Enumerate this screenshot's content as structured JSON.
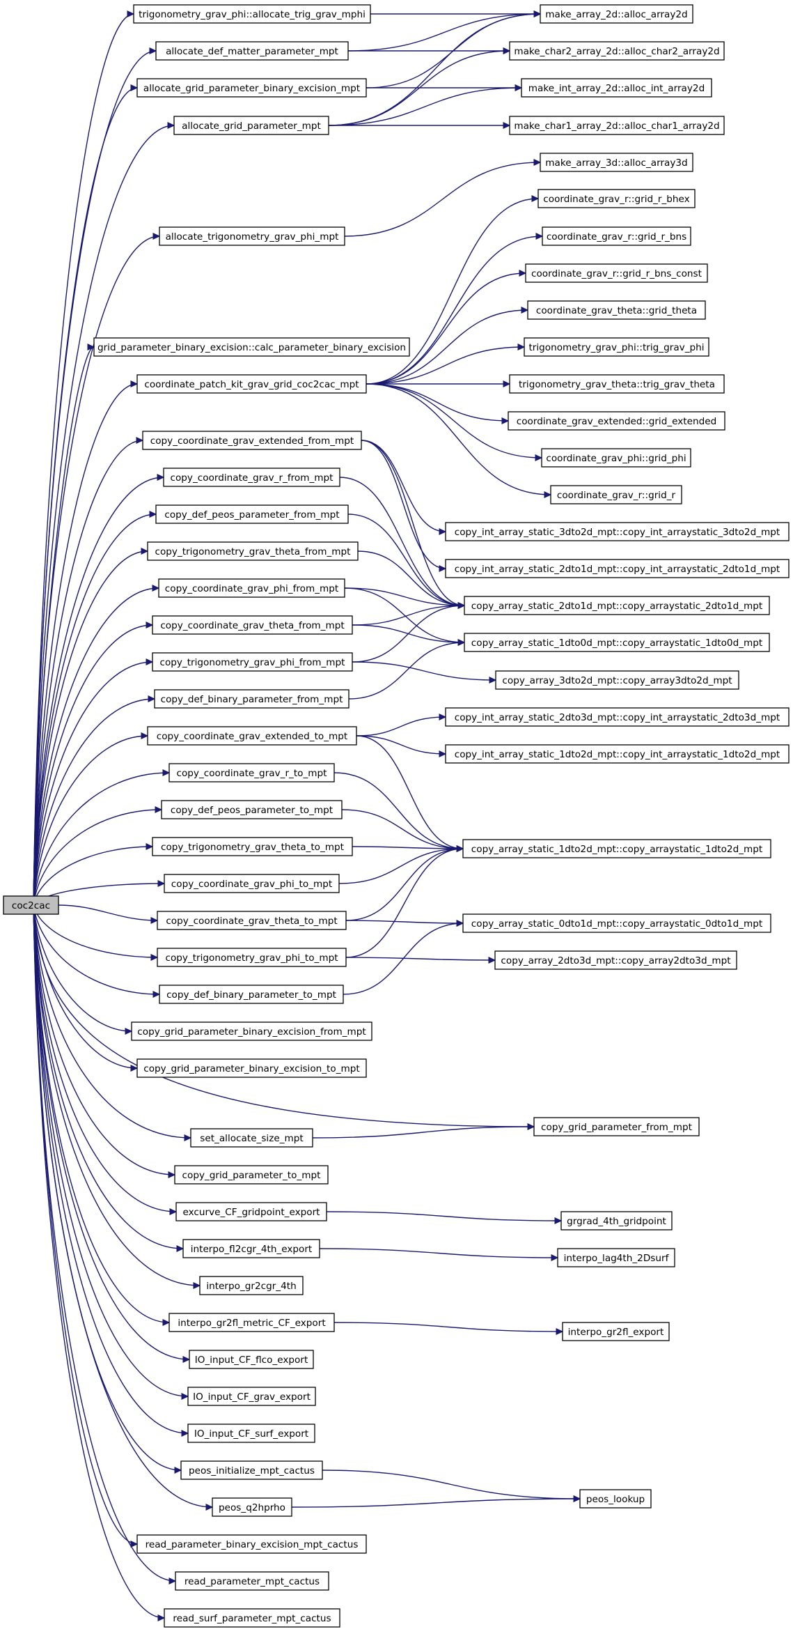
{
  "diagram": {
    "type": "call-graph",
    "edge_color": "#191970",
    "root_fill": "#bfbfbf",
    "nodes": [
      {
        "id": "coc2cac",
        "label": "coc2cac",
        "root": true
      },
      {
        "id": "n1",
        "label": "trigonometry_grav_phi::allocate_trig_grav_mphi"
      },
      {
        "id": "n2",
        "label": "allocate_def_matter_parameter_mpt"
      },
      {
        "id": "n3",
        "label": "allocate_grid_parameter_binary_excision_mpt"
      },
      {
        "id": "n4",
        "label": "allocate_grid_parameter_mpt"
      },
      {
        "id": "n5",
        "label": "allocate_trigonometry_grav_phi_mpt"
      },
      {
        "id": "n6",
        "label": "grid_parameter_binary_excision::calc_parameter_binary_excision"
      },
      {
        "id": "n7",
        "label": "coordinate_patch_kit_grav_grid_coc2cac_mpt"
      },
      {
        "id": "n8",
        "label": "copy_coordinate_grav_extended_from_mpt"
      },
      {
        "id": "n9",
        "label": "copy_coordinate_grav_r_from_mpt"
      },
      {
        "id": "n10",
        "label": "copy_def_peos_parameter_from_mpt"
      },
      {
        "id": "n11",
        "label": "copy_trigonometry_grav_theta_from_mpt"
      },
      {
        "id": "n12",
        "label": "copy_coordinate_grav_phi_from_mpt"
      },
      {
        "id": "n13",
        "label": "copy_coordinate_grav_theta_from_mpt"
      },
      {
        "id": "n14",
        "label": "copy_trigonometry_grav_phi_from_mpt"
      },
      {
        "id": "n15",
        "label": "copy_def_binary_parameter_from_mpt"
      },
      {
        "id": "n16",
        "label": "copy_coordinate_grav_extended_to_mpt"
      },
      {
        "id": "n17",
        "label": "copy_coordinate_grav_r_to_mpt"
      },
      {
        "id": "n18",
        "label": "copy_def_peos_parameter_to_mpt"
      },
      {
        "id": "n19",
        "label": "copy_trigonometry_grav_theta_to_mpt"
      },
      {
        "id": "n20",
        "label": "copy_coordinate_grav_phi_to_mpt"
      },
      {
        "id": "n21",
        "label": "copy_coordinate_grav_theta_to_mpt"
      },
      {
        "id": "n22",
        "label": "copy_trigonometry_grav_phi_to_mpt"
      },
      {
        "id": "n23",
        "label": "copy_def_binary_parameter_to_mpt"
      },
      {
        "id": "n24",
        "label": "copy_grid_parameter_binary_excision_from_mpt"
      },
      {
        "id": "n25",
        "label": "copy_grid_parameter_binary_excision_to_mpt"
      },
      {
        "id": "n26",
        "label": "set_allocate_size_mpt"
      },
      {
        "id": "n27",
        "label": "copy_grid_parameter_to_mpt"
      },
      {
        "id": "n28",
        "label": "excurve_CF_gridpoint_export"
      },
      {
        "id": "n29",
        "label": "interpo_fl2cgr_4th_export"
      },
      {
        "id": "n30",
        "label": "interpo_gr2cgr_4th"
      },
      {
        "id": "n31",
        "label": "interpo_gr2fl_metric_CF_export"
      },
      {
        "id": "n32",
        "label": "IO_input_CF_flco_export"
      },
      {
        "id": "n33",
        "label": "IO_input_CF_grav_export"
      },
      {
        "id": "n34",
        "label": "IO_input_CF_surf_export"
      },
      {
        "id": "n35",
        "label": "peos_initialize_mpt_cactus"
      },
      {
        "id": "n36",
        "label": "peos_q2hprho"
      },
      {
        "id": "n37",
        "label": "read_parameter_binary_excision_mpt_cactus"
      },
      {
        "id": "n38",
        "label": "read_parameter_mpt_cactus"
      },
      {
        "id": "n39",
        "label": "read_surf_parameter_mpt_cactus"
      },
      {
        "id": "r1",
        "label": "make_array_2d::alloc_array2d"
      },
      {
        "id": "r2",
        "label": "make_char2_array_2d::alloc_char2_array2d"
      },
      {
        "id": "r3",
        "label": "make_int_array_2d::alloc_int_array2d"
      },
      {
        "id": "r4",
        "label": "make_char1_array_2d::alloc_char1_array2d"
      },
      {
        "id": "r5",
        "label": "make_array_3d::alloc_array3d"
      },
      {
        "id": "r6",
        "label": "coordinate_grav_r::grid_r_bhex"
      },
      {
        "id": "r7",
        "label": "coordinate_grav_r::grid_r_bns"
      },
      {
        "id": "r8",
        "label": "coordinate_grav_r::grid_r_bns_const"
      },
      {
        "id": "r9",
        "label": "coordinate_grav_theta::grid_theta"
      },
      {
        "id": "r10",
        "label": "trigonometry_grav_phi::trig_grav_phi"
      },
      {
        "id": "r11",
        "label": "trigonometry_grav_theta::trig_grav_theta"
      },
      {
        "id": "r12",
        "label": "coordinate_grav_extended::grid_extended"
      },
      {
        "id": "r13",
        "label": "coordinate_grav_phi::grid_phi"
      },
      {
        "id": "r14",
        "label": "coordinate_grav_r::grid_r"
      },
      {
        "id": "r15",
        "label": "copy_int_array_static_3dto2d_mpt::copy_int_arraystatic_3dto2d_mpt"
      },
      {
        "id": "r16",
        "label": "copy_int_array_static_2dto1d_mpt::copy_int_arraystatic_2dto1d_mpt"
      },
      {
        "id": "r17",
        "label": "copy_array_static_2dto1d_mpt::copy_arraystatic_2dto1d_mpt"
      },
      {
        "id": "r18",
        "label": "copy_array_static_1dto0d_mpt::copy_arraystatic_1dto0d_mpt"
      },
      {
        "id": "r19",
        "label": "copy_array_3dto2d_mpt::copy_array3dto2d_mpt"
      },
      {
        "id": "r20",
        "label": "copy_int_array_static_2dto3d_mpt::copy_int_arraystatic_2dto3d_mpt"
      },
      {
        "id": "r21",
        "label": "copy_int_array_static_1dto2d_mpt::copy_int_arraystatic_1dto2d_mpt"
      },
      {
        "id": "r22",
        "label": "copy_array_static_1dto2d_mpt::copy_arraystatic_1dto2d_mpt"
      },
      {
        "id": "r23",
        "label": "copy_array_static_0dto1d_mpt::copy_arraystatic_0dto1d_mpt"
      },
      {
        "id": "r24",
        "label": "copy_array_2dto3d_mpt::copy_array2dto3d_mpt"
      },
      {
        "id": "r25",
        "label": "copy_grid_parameter_from_mpt"
      },
      {
        "id": "r26",
        "label": "grgrad_4th_gridpoint"
      },
      {
        "id": "r27",
        "label": "interpo_lag4th_2Dsurf"
      },
      {
        "id": "r28",
        "label": "interpo_gr2fl_export"
      },
      {
        "id": "r29",
        "label": "peos_lookup"
      }
    ],
    "edges": [
      [
        "coc2cac",
        "n1"
      ],
      [
        "coc2cac",
        "n2"
      ],
      [
        "coc2cac",
        "n3"
      ],
      [
        "coc2cac",
        "n4"
      ],
      [
        "coc2cac",
        "n5"
      ],
      [
        "coc2cac",
        "n6"
      ],
      [
        "coc2cac",
        "n7"
      ],
      [
        "coc2cac",
        "n8"
      ],
      [
        "coc2cac",
        "n9"
      ],
      [
        "coc2cac",
        "n10"
      ],
      [
        "coc2cac",
        "n11"
      ],
      [
        "coc2cac",
        "n12"
      ],
      [
        "coc2cac",
        "n13"
      ],
      [
        "coc2cac",
        "n14"
      ],
      [
        "coc2cac",
        "n15"
      ],
      [
        "coc2cac",
        "n16"
      ],
      [
        "coc2cac",
        "n17"
      ],
      [
        "coc2cac",
        "n18"
      ],
      [
        "coc2cac",
        "n19"
      ],
      [
        "coc2cac",
        "n20"
      ],
      [
        "coc2cac",
        "n21"
      ],
      [
        "coc2cac",
        "n22"
      ],
      [
        "coc2cac",
        "n23"
      ],
      [
        "coc2cac",
        "n24"
      ],
      [
        "coc2cac",
        "n25"
      ],
      [
        "coc2cac",
        "r25"
      ],
      [
        "coc2cac",
        "n26"
      ],
      [
        "coc2cac",
        "n27"
      ],
      [
        "coc2cac",
        "n28"
      ],
      [
        "coc2cac",
        "n29"
      ],
      [
        "coc2cac",
        "n30"
      ],
      [
        "coc2cac",
        "n31"
      ],
      [
        "coc2cac",
        "n32"
      ],
      [
        "coc2cac",
        "n33"
      ],
      [
        "coc2cac",
        "n34"
      ],
      [
        "coc2cac",
        "n35"
      ],
      [
        "coc2cac",
        "n36"
      ],
      [
        "coc2cac",
        "n37"
      ],
      [
        "coc2cac",
        "n38"
      ],
      [
        "coc2cac",
        "n39"
      ],
      [
        "n1",
        "r1"
      ],
      [
        "n2",
        "r1"
      ],
      [
        "n2",
        "r2"
      ],
      [
        "n3",
        "r1"
      ],
      [
        "n3",
        "r3"
      ],
      [
        "n4",
        "r1"
      ],
      [
        "n4",
        "r2"
      ],
      [
        "n4",
        "r3"
      ],
      [
        "n4",
        "r4"
      ],
      [
        "n5",
        "r5"
      ],
      [
        "n7",
        "r6"
      ],
      [
        "n7",
        "r7"
      ],
      [
        "n7",
        "r8"
      ],
      [
        "n7",
        "r9"
      ],
      [
        "n7",
        "r10"
      ],
      [
        "n7",
        "r11"
      ],
      [
        "n7",
        "r12"
      ],
      [
        "n7",
        "r13"
      ],
      [
        "n7",
        "r14"
      ],
      [
        "n8",
        "r15"
      ],
      [
        "n8",
        "r16"
      ],
      [
        "n8",
        "r17"
      ],
      [
        "n9",
        "r17"
      ],
      [
        "n10",
        "r17"
      ],
      [
        "n11",
        "r17"
      ],
      [
        "n12",
        "r17"
      ],
      [
        "n12",
        "r18"
      ],
      [
        "n13",
        "r17"
      ],
      [
        "n13",
        "r18"
      ],
      [
        "n14",
        "r17"
      ],
      [
        "n14",
        "r19"
      ],
      [
        "n15",
        "r18"
      ],
      [
        "n16",
        "r20"
      ],
      [
        "n16",
        "r21"
      ],
      [
        "n16",
        "r22"
      ],
      [
        "n17",
        "r22"
      ],
      [
        "n18",
        "r22"
      ],
      [
        "n19",
        "r22"
      ],
      [
        "n20",
        "r22"
      ],
      [
        "n21",
        "r22"
      ],
      [
        "n21",
        "r23"
      ],
      [
        "n22",
        "r22"
      ],
      [
        "n22",
        "r24"
      ],
      [
        "n23",
        "r23"
      ],
      [
        "n26",
        "r25"
      ],
      [
        "n28",
        "r26"
      ],
      [
        "n29",
        "r27"
      ],
      [
        "n31",
        "r28"
      ],
      [
        "n35",
        "r29"
      ],
      [
        "n36",
        "r29"
      ]
    ]
  }
}
